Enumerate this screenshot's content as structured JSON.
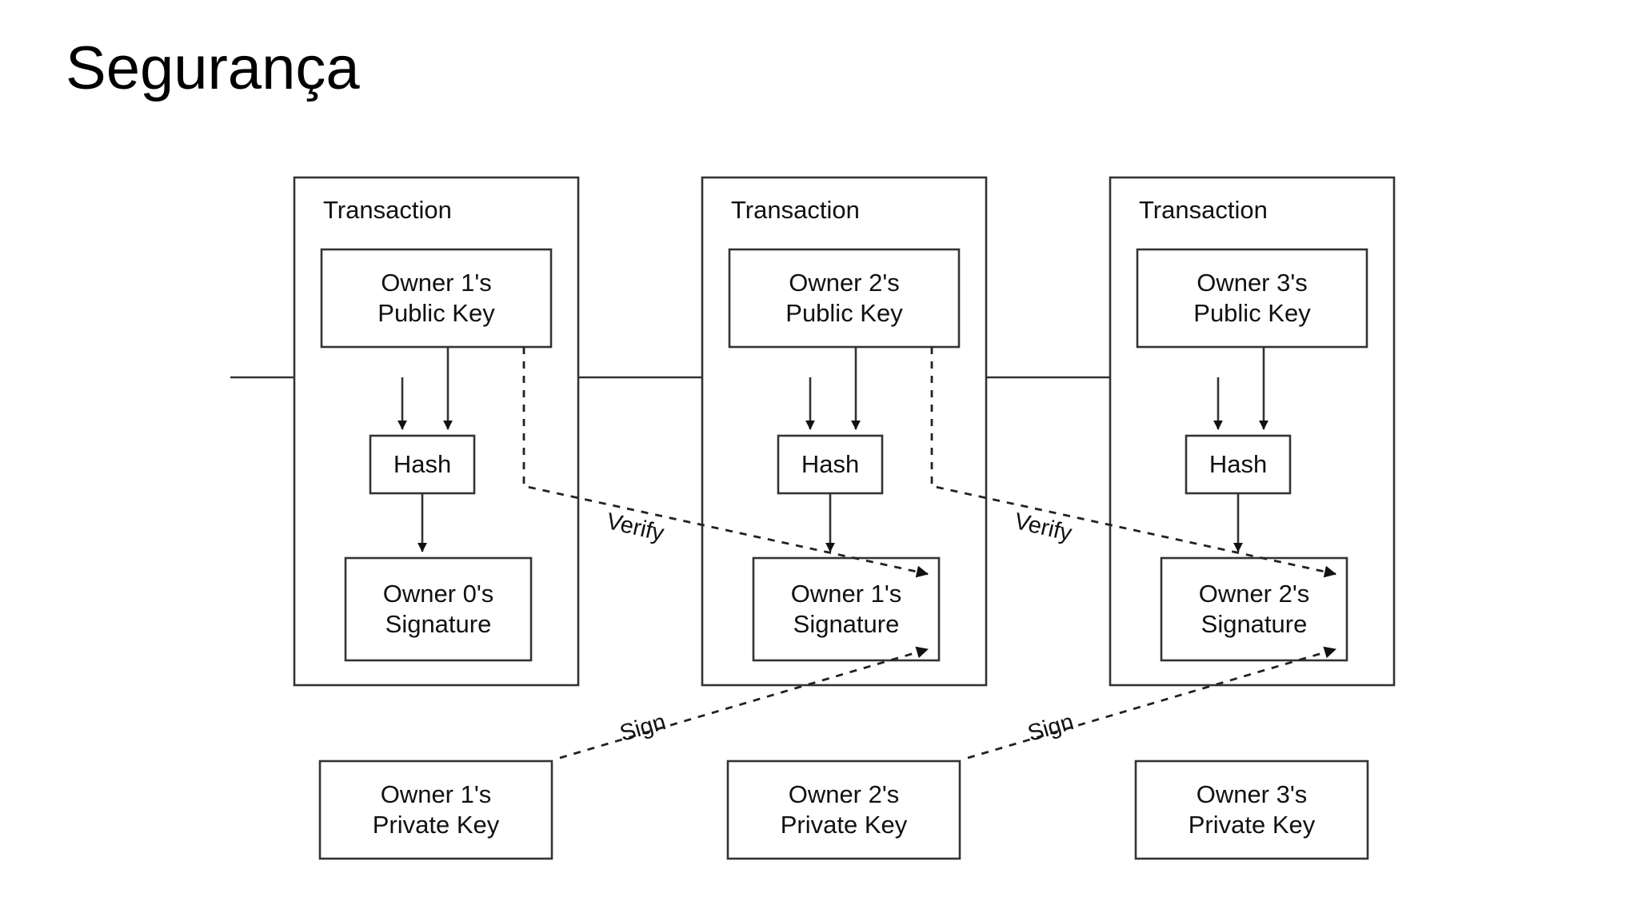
{
  "slide": {
    "title": "Segurança",
    "background_color": "#ffffff",
    "text_color": "#000000"
  },
  "diagram": {
    "name": "bitcoin-transaction-chain",
    "stroke_color": "#333333",
    "dashed_stroke_color": "#222222",
    "box_fill": "#ffffff",
    "transactions": [
      {
        "title": "Transaction",
        "public_key": {
          "line1": "Owner 1's",
          "line2": "Public Key"
        },
        "hash": "Hash",
        "signature": {
          "line1": "Owner 0's",
          "line2": "Signature"
        },
        "private_key": {
          "line1": "Owner 1's",
          "line2": "Private Key"
        }
      },
      {
        "title": "Transaction",
        "public_key": {
          "line1": "Owner 2's",
          "line2": "Public Key"
        },
        "hash": "Hash",
        "signature": {
          "line1": "Owner 1's",
          "line2": "Signature"
        },
        "private_key": {
          "line1": "Owner 2's",
          "line2": "Private Key"
        }
      },
      {
        "title": "Transaction",
        "public_key": {
          "line1": "Owner 3's",
          "line2": "Public Key"
        },
        "hash": "Hash",
        "signature": {
          "line1": "Owner 2's",
          "line2": "Signature"
        },
        "private_key": {
          "line1": "Owner 3's",
          "line2": "Private Key"
        }
      }
    ],
    "edge_labels": {
      "verify": "Verify",
      "sign": "Sign"
    }
  }
}
